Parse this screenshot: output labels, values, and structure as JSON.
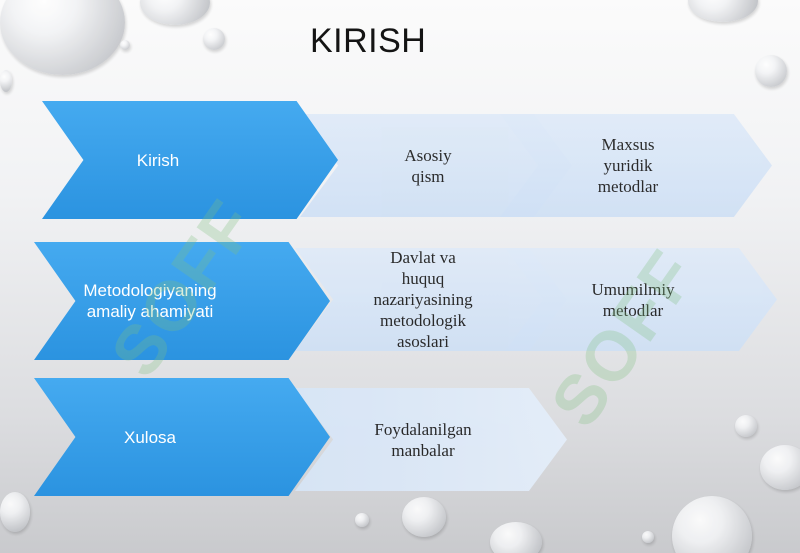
{
  "title": "KIRISH",
  "rows": [
    {
      "main": "Kirish",
      "items": [
        "Asosiy qism",
        "Maxsus yuridik metodlar"
      ]
    },
    {
      "main": "Metodologiyaning amaliy ahamiyati",
      "items": [
        "Davlat va huquq nazariyasining metodologik asoslari",
        "Umumilmiy metodlar"
      ]
    },
    {
      "main": "Xulosa",
      "items": [
        "Foydalanilgan manbalar"
      ]
    }
  ],
  "watermark": "SOFF",
  "colors": {
    "primary": "#2b93e0",
    "light": "#d6e5f7",
    "watermark": "#7fc07f"
  }
}
